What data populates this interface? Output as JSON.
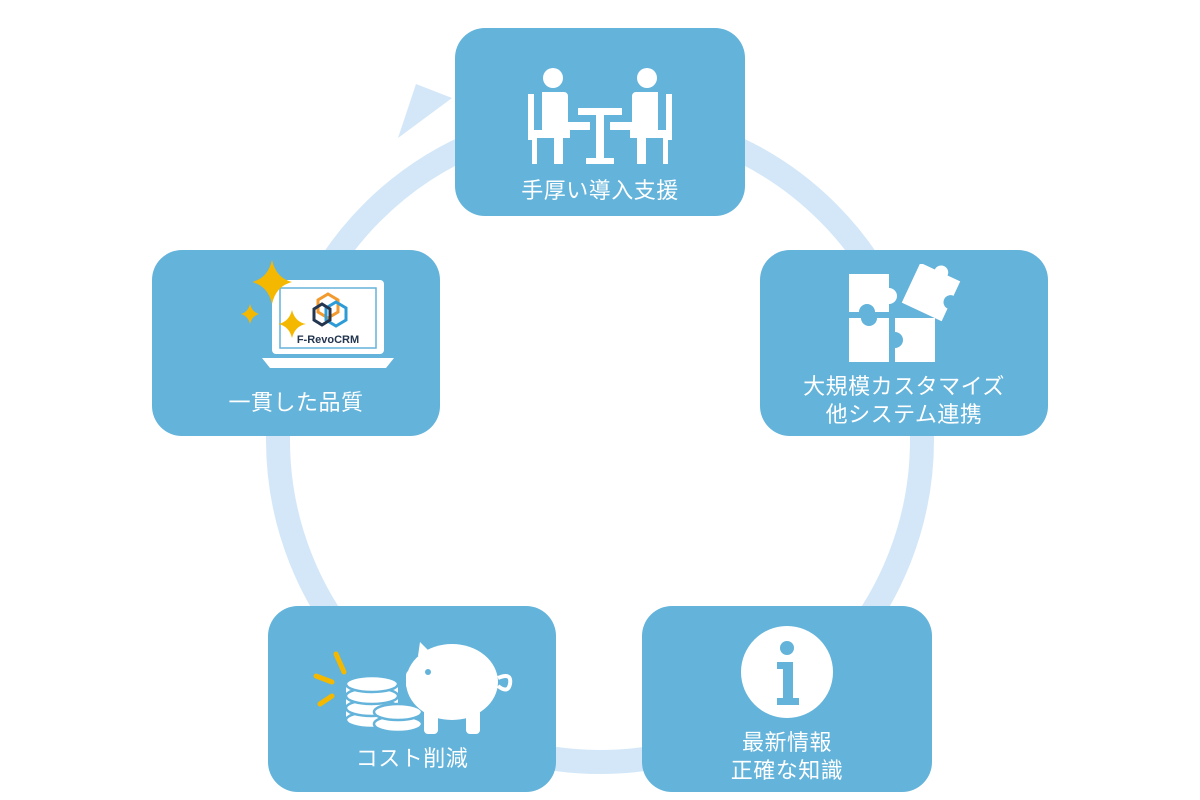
{
  "colors": {
    "box": "#63b3da",
    "ring": "#d3e7f8",
    "icon": "#ffffff",
    "sparkle": "#f5b800"
  },
  "nodes": {
    "top": {
      "label": "手厚い導入支援",
      "icon": "meeting-people-icon"
    },
    "right": {
      "line1": "大規模カスタマイズ",
      "line2": "他システム連携",
      "icon": "puzzle-icon"
    },
    "bottom_right": {
      "line1": "最新情報",
      "line2": "正確な知識",
      "icon": "info-icon"
    },
    "bottom_left": {
      "label": "コスト削減",
      "icon": "piggy-bank-icon"
    },
    "left": {
      "label": "一貫した品質",
      "icon": "laptop-icon"
    }
  },
  "logo_text": "F-RevoCRM"
}
